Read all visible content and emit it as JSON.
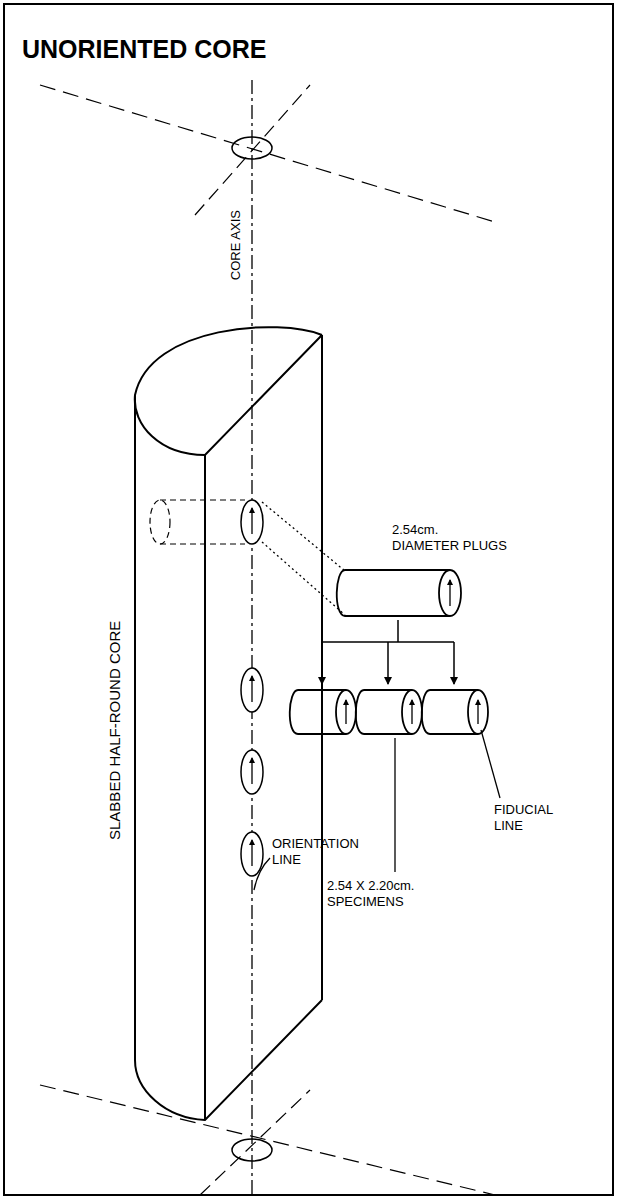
{
  "diagram": {
    "title": "UNORIENTED CORE",
    "labels": [
      "CORE AXIS",
      "SLABBED HALF-ROUND CORE",
      "2.54cm. DIAMETER PLUGS",
      "ORIENTATION LINE",
      "2.54 X 2.20cm. SPECIMENS",
      "FIDUCIAL LINE"
    ]
  }
}
